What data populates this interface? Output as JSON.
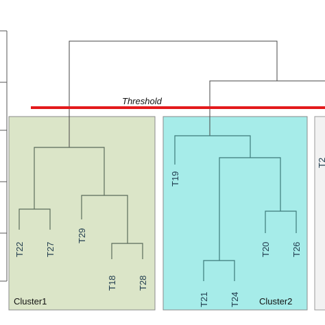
{
  "threshold": {
    "label": "Threshold",
    "color": "#e31a1c"
  },
  "clusters": [
    {
      "name": "Cluster1",
      "fill": "#dbe5c8",
      "border": "#8a8a8a"
    },
    {
      "name": "Cluster2",
      "fill": "#a6ece9",
      "border": "#8a8a8a"
    },
    {
      "name": "",
      "fill": "#f2f2f2",
      "border": "#9a9a9a"
    }
  ],
  "leaves": {
    "t22": "T22",
    "t27": "T27",
    "t29": "T29",
    "t18": "T18",
    "t28": "T28",
    "t19": "T19",
    "t21": "T21",
    "t24": "T24",
    "t20": "T20",
    "t26": "T26",
    "t_cut": "T2"
  },
  "colors": {
    "branch_cluster1": "#5a6b5a",
    "branch_cluster2": "#3d7a7a",
    "branch_top": "#444444",
    "leaf_text": "#2b4b5c"
  }
}
